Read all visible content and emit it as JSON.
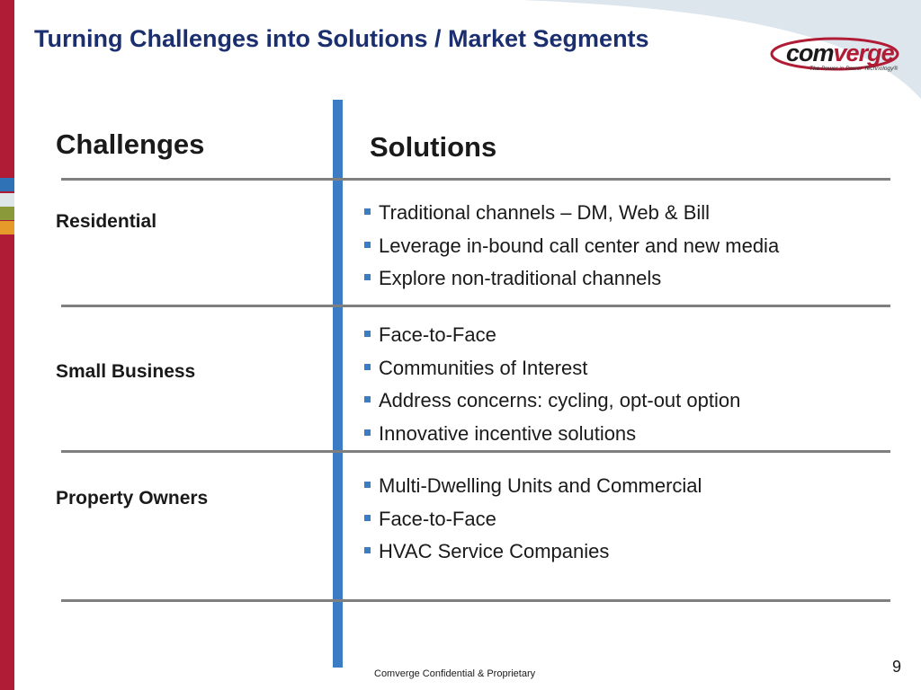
{
  "slide": {
    "title": "Turning Challenges into Solutions / Market Segments",
    "logo": {
      "brand_prefix": "com",
      "brand_suffix": "verge",
      "tagline": "The Power in Power Technology®"
    },
    "columns": {
      "left_heading": "Challenges",
      "right_heading": "Solutions"
    },
    "segments": [
      {
        "label": "Residential",
        "solutions": [
          "Traditional channels – DM, Web & Bill",
          "Leverage in-bound call center and new media",
          "Explore non-traditional channels"
        ]
      },
      {
        "label": "Small Business",
        "solutions": [
          "Face-to-Face",
          "Communities of Interest",
          "Address concerns: cycling, opt-out option",
          "Innovative incentive solutions"
        ]
      },
      {
        "label": "Property Owners",
        "solutions": [
          "Multi-Dwelling Units and Commercial",
          "Face-to-Face",
          "HVAC Service Companies"
        ]
      }
    ],
    "footer": "Comverge Confidential & Proprietary",
    "page_number": "9"
  },
  "colors": {
    "accent_red": "#b01c35",
    "accent_blue": "#3b7cc4",
    "title_navy": "#1b2f6e"
  }
}
